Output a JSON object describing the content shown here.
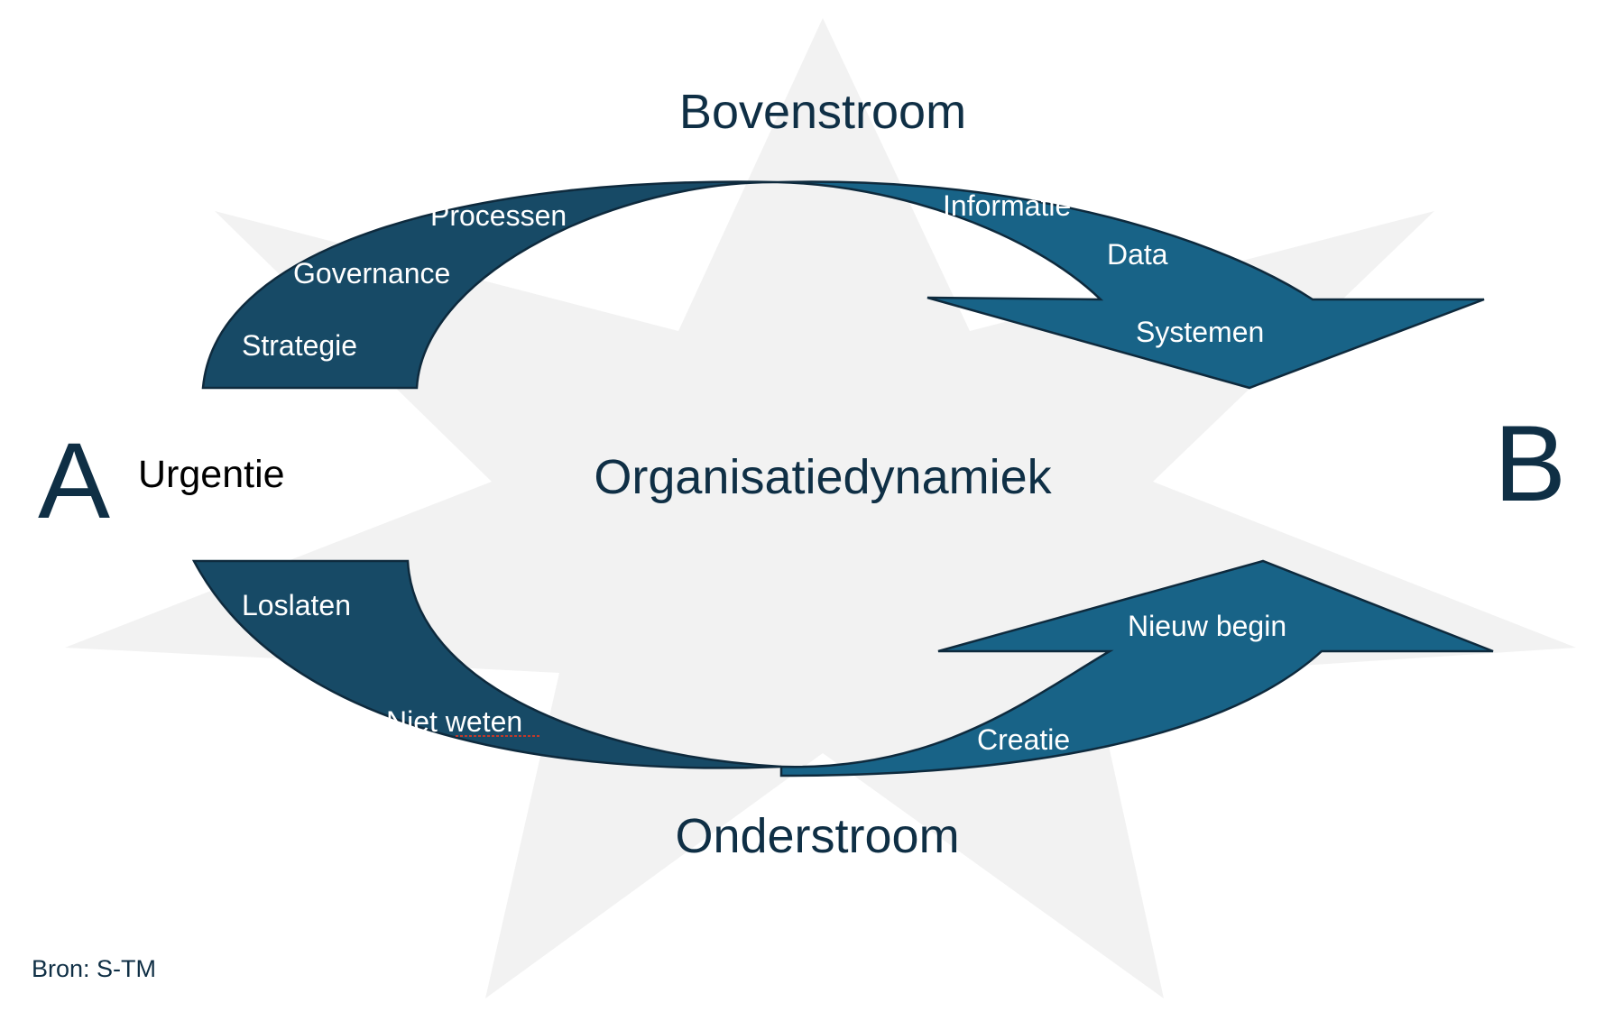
{
  "labels": {
    "top": "Bovenstroom",
    "bottom": "Onderstroom",
    "center": "Organisatiedynamiek",
    "left_letter": "A",
    "right_letter": "B",
    "urgency": "Urgentie",
    "source": "Bron: S-TM"
  },
  "upper_arrow": {
    "left_items": [
      "Processen",
      "Governance",
      "Strategie"
    ],
    "right_items": [
      "Informatie",
      "Data",
      "Systemen"
    ]
  },
  "lower_arrow": {
    "left_items": [
      "Loslaten",
      "Niet weten"
    ],
    "right_items": [
      "Nieuw begin",
      "Creatie"
    ]
  },
  "colors": {
    "star": "#f2f2f2",
    "arrow_dark": "#174a66",
    "arrow_light": "#186387",
    "outline": "#0e2a3d",
    "text_dark": "#0f2f45"
  }
}
